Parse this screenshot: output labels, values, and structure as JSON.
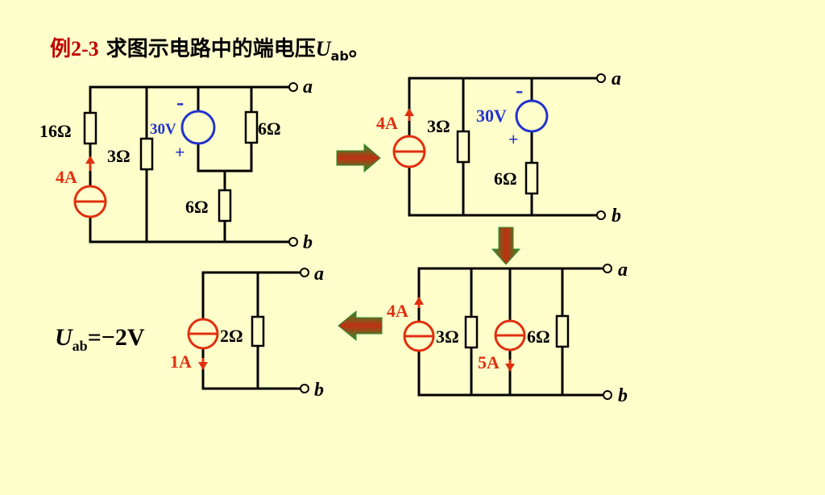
{
  "title": {
    "example": "例2-3",
    "text": " 求图示电路中的端电压",
    "var": "U",
    "sub": "ab",
    "end": "。"
  },
  "result": {
    "var": "U",
    "sub": "ab",
    "text": "=−2V"
  },
  "colors": {
    "background": "#ffffcc",
    "current_source": "#e03010",
    "voltage_source": "#2233cc",
    "arrow_green": "#2e8b2e",
    "arrow_red": "#c03010"
  },
  "circuits": {
    "c1": {
      "r16": "16Ω",
      "r3": "3Ω",
      "r6a": "6Ω",
      "r6b": "6Ω",
      "is": "4A",
      "vs": "30V",
      "minus": "-",
      "plus": "+",
      "a": "a",
      "b": "b"
    },
    "c2": {
      "is": "4A",
      "r3": "3Ω",
      "vs": "30V",
      "minus": "-",
      "plus": "+",
      "r6": "6Ω",
      "a": "a",
      "b": "b"
    },
    "c3": {
      "is1": "4A",
      "r3": "3Ω",
      "is2": "5A",
      "r6": "6Ω",
      "a": "a",
      "b": "b"
    },
    "c4": {
      "r2": "2Ω",
      "is": "1A",
      "a": "a",
      "b": "b"
    }
  }
}
